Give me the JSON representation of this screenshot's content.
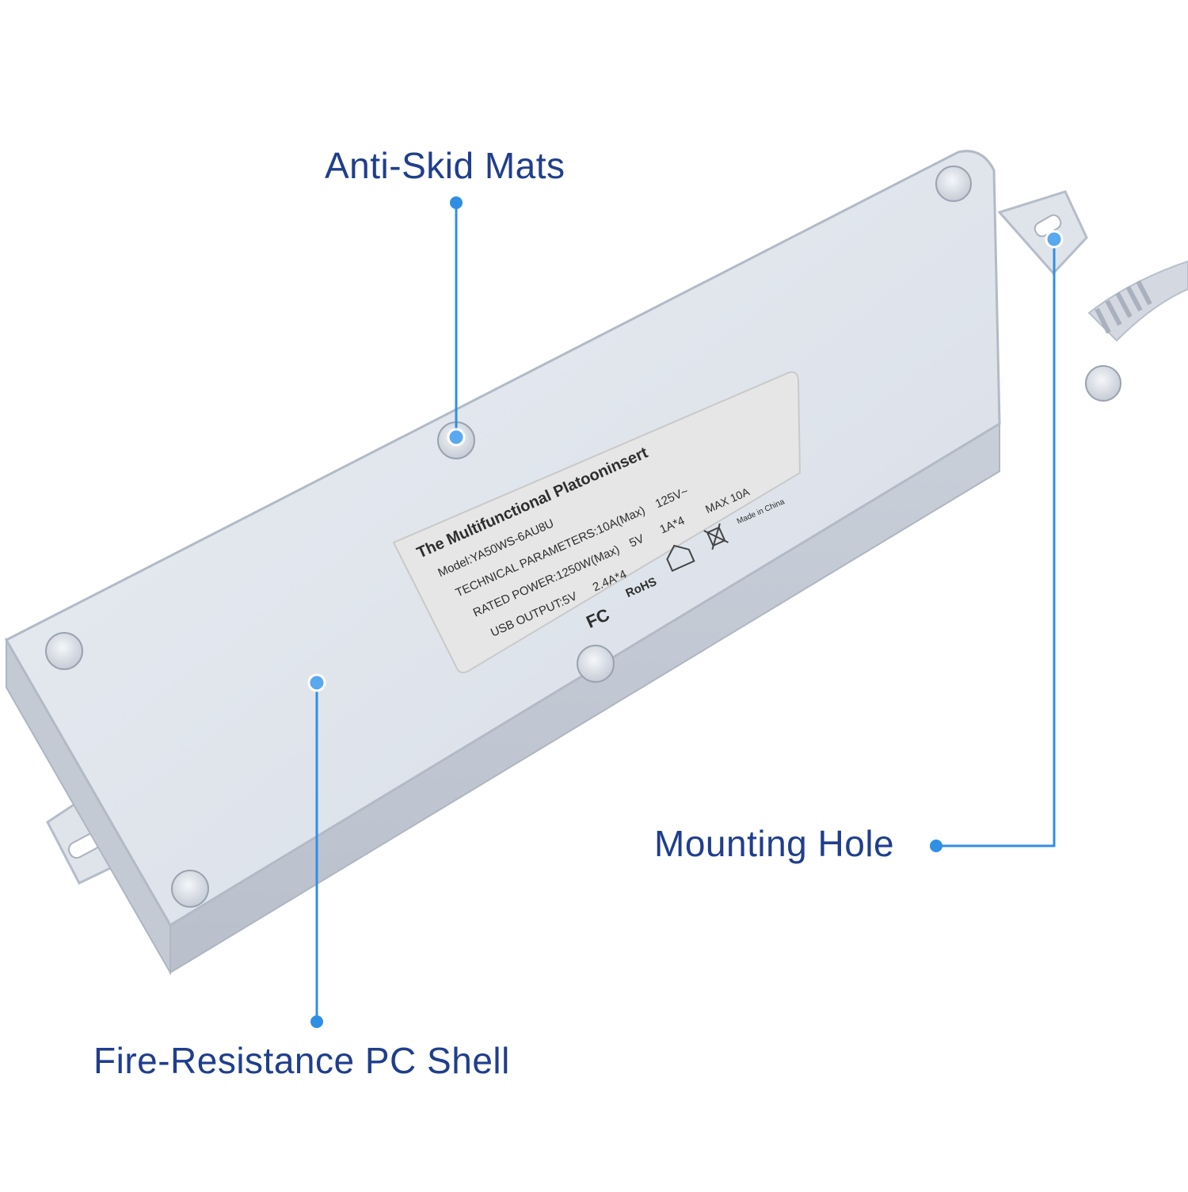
{
  "callouts": {
    "anti_skid": "Anti-Skid Mats",
    "mounting_hole": "Mounting Hole",
    "shell": "Fire-Resistance PC Shell"
  },
  "label": {
    "title": "The Multifunctional Platooninsert",
    "model": "Model:YA50WS-6AU8U",
    "tech": "TECHNICAL PARAMETERS:10A(Max)",
    "voltage": "125V~",
    "power": "RATED POWER:1250W(Max)",
    "usb1": "USB OUTPUT:5V",
    "usb1_current": "2.4A*4",
    "usb2_voltage": "5V",
    "usb2_current": "1A*4",
    "max": "MAX 10A",
    "made": "Made in China",
    "rohs": "RoHS",
    "fc": "FC"
  },
  "colors": {
    "callout_text": "#1f3e8c",
    "callout_line": "#2f8fe3",
    "shell": "#dde2ea",
    "label_plate": "#e6e6e6"
  }
}
